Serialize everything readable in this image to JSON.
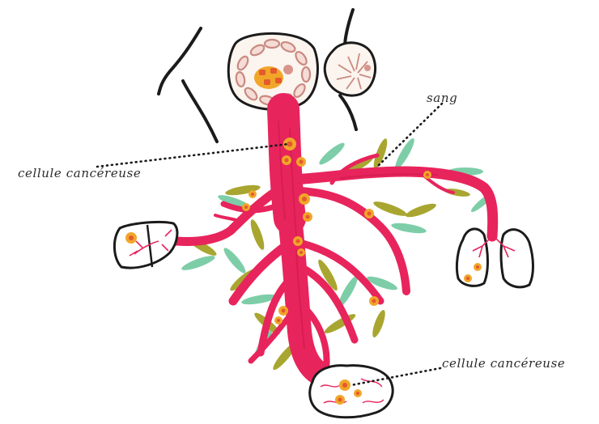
{
  "labels": {
    "cancer_cell_left": "cellule cancéreuse",
    "blood": "sang",
    "cancer_cell_right": "cellule cancéreuse"
  },
  "colors": {
    "vessel": "#e8245c",
    "vessel_dark": "#c71a4a",
    "cell_fill": "#f1a62a",
    "cell_core": "#e45a2c",
    "leaf_olive": "#a8a630",
    "leaf_mint": "#7dcea8",
    "outline": "#1b1b1b",
    "breast_tissue": "#d9a39a"
  }
}
